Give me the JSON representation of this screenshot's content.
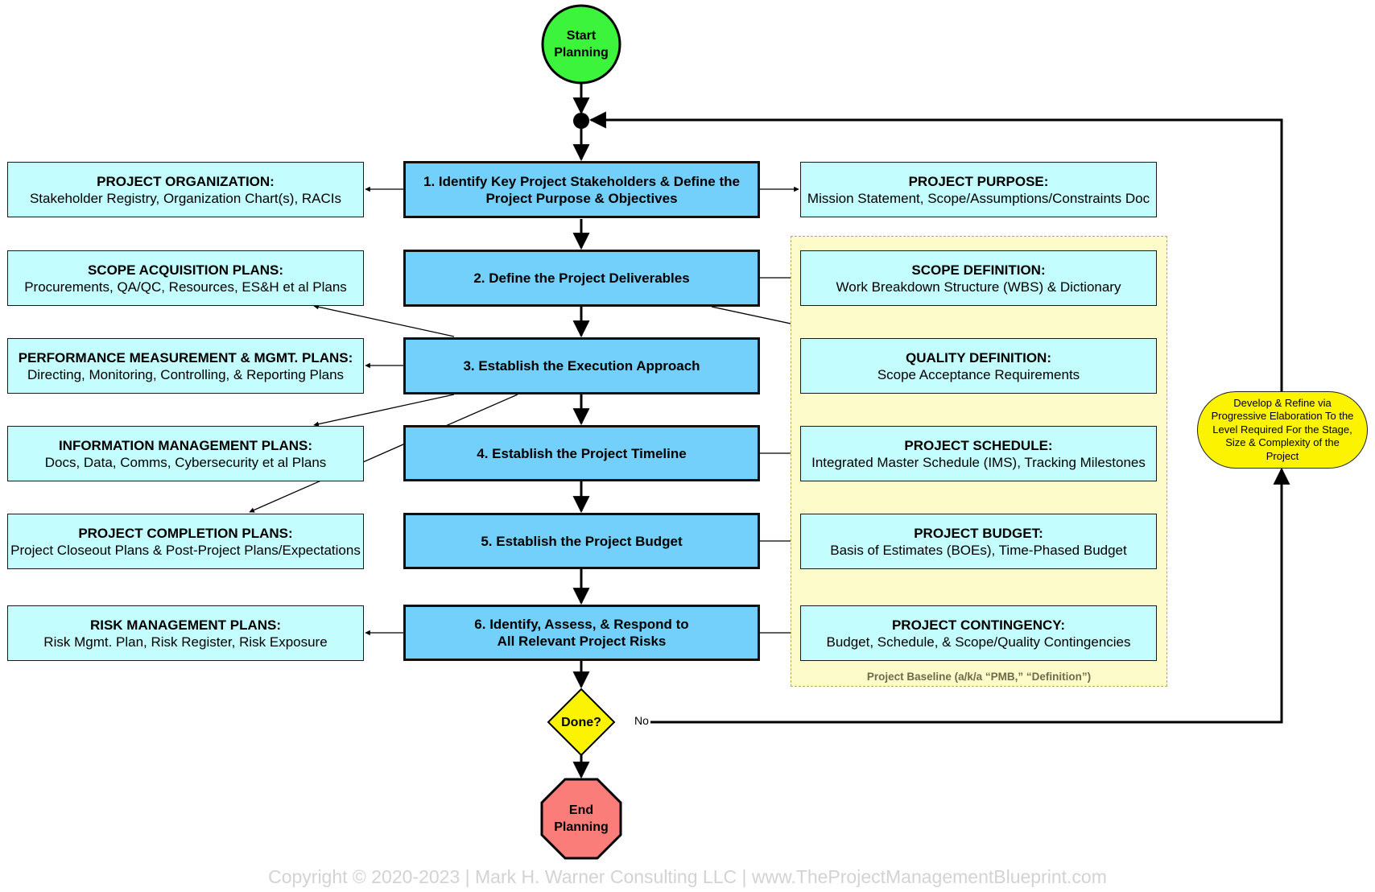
{
  "start": {
    "line1": "Start",
    "line2": "Planning"
  },
  "end": {
    "line1": "End",
    "line2": "Planning"
  },
  "decision": {
    "label": "Done?",
    "no_label": "No"
  },
  "loop_note": "Develop & Refine via Progressive Elaboration To the Level Required For the Stage, Size & Complexity of the Project",
  "baseline_label": "Project Baseline (a/k/a “PMB,” “Definition”)",
  "steps": [
    {
      "line1": "1. Identify Key Project Stakeholders & Define the",
      "line2": "Project Purpose & Objectives"
    },
    {
      "line1": "2. Define the Project Deliverables",
      "line2": ""
    },
    {
      "line1": "3. Establish the Execution Approach",
      "line2": ""
    },
    {
      "line1": "4. Establish the Project Timeline",
      "line2": ""
    },
    {
      "line1": "5. Establish the Project Budget",
      "line2": ""
    },
    {
      "line1": "6. Identify, Assess, & Respond to",
      "line2": "All Relevant Project Risks"
    }
  ],
  "left_boxes": [
    {
      "title": "PROJECT ORGANIZATION:",
      "detail": "Stakeholder Registry, Organization Chart(s), RACIs"
    },
    {
      "title": "SCOPE ACQUISITION PLANS:",
      "detail": "Procurements, QA/QC, Resources, ES&H et al Plans"
    },
    {
      "title": "PERFORMANCE MEASUREMENT & MGMT. PLANS:",
      "detail": "Directing, Monitoring, Controlling, & Reporting Plans"
    },
    {
      "title": "INFORMATION MANAGEMENT PLANS:",
      "detail": "Docs, Data, Comms, Cybersecurity et al Plans"
    },
    {
      "title": "PROJECT COMPLETION PLANS:",
      "detail": "Project Closeout Plans & Post-Project Plans/Expectations"
    },
    {
      "title": "RISK MANAGEMENT PLANS:",
      "detail": "Risk Mgmt. Plan, Risk Register, Risk Exposure"
    }
  ],
  "right_boxes": [
    {
      "title": "PROJECT PURPOSE:",
      "detail": "Mission Statement, Scope/Assumptions/Constraints Doc"
    },
    {
      "title": "SCOPE DEFINITION:",
      "detail": "Work Breakdown Structure (WBS) & Dictionary"
    },
    {
      "title": "QUALITY DEFINITION:",
      "detail": "Scope Acceptance Requirements"
    },
    {
      "title": "PROJECT SCHEDULE:",
      "detail": "Integrated Master Schedule (IMS), Tracking Milestones"
    },
    {
      "title": "PROJECT BUDGET:",
      "detail": "Basis of Estimates (BOEs), Time-Phased Budget"
    },
    {
      "title": "PROJECT CONTINGENCY:",
      "detail": "Budget, Schedule, & Scope/Quality Contingencies"
    }
  ],
  "copyright": "Copyright © 2020-2023 | Mark H. Warner Consulting LLC | www.TheProjectManagementBlueprint.com",
  "colors": {
    "start": "#3cf43c",
    "end": "#fb7d7a",
    "step": "#72d0fb",
    "side": "#c4fdfd",
    "decision": "#fcf300",
    "baseline": "#fdfbca"
  }
}
